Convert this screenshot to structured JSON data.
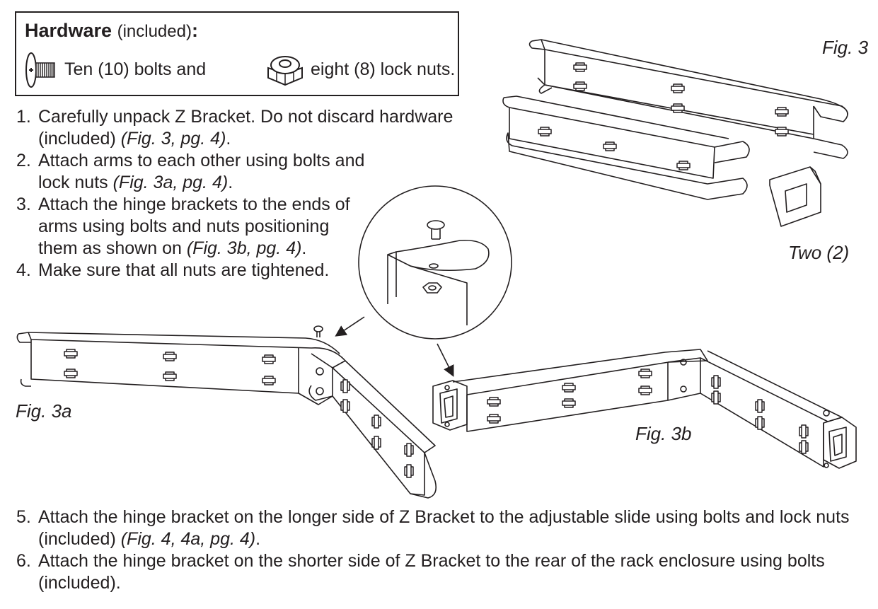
{
  "hardware": {
    "title": "Hardware",
    "title_note": "(included)",
    "title_colon": ":",
    "bolts_text": "Ten (10) bolts and",
    "nuts_text": "eight (8) lock nuts.",
    "bolt_icon": "bolt-icon",
    "nut_icon": "lock-nut-icon"
  },
  "steps_top": [
    {
      "num": "1.",
      "lines": [
        "Carefully unpack Z Bracket. Do not discard hardware",
        "(included) "
      ],
      "ref": "(Fig. 3, pg. 4)",
      "tail": "."
    },
    {
      "num": "2.",
      "lines": [
        "Attach arms to each other using bolts and",
        "lock nuts "
      ],
      "ref": "(Fig. 3a, pg. 4)",
      "tail": "."
    },
    {
      "num": "3.",
      "lines": [
        "Attach the hinge brackets to the ends of",
        "arms using bolts and nuts positioning",
        "them as shown on "
      ],
      "ref": "(Fig. 3b, pg. 4)",
      "tail": "."
    },
    {
      "num": "4.",
      "lines": [
        "Make sure that all nuts are tightened."
      ],
      "ref": "",
      "tail": ""
    }
  ],
  "steps_bottom": [
    {
      "num": "5.",
      "lines": [
        "Attach the hinge bracket on the longer side of Z Bracket to the adjustable slide using bolts and lock nuts",
        "(included) "
      ],
      "ref": "(Fig. 4, 4a, pg. 4)",
      "tail": "."
    },
    {
      "num": "6.",
      "lines": [
        "Attach the hinge bracket on the shorter side of Z Bracket to the rear of the rack enclosure using bolts",
        "(included)."
      ],
      "ref": "",
      "tail": ""
    }
  ],
  "figures": {
    "fig3": "Fig. 3",
    "fig3_two": "Two (2)",
    "fig3a": "Fig. 3a",
    "fig3b": "Fig. 3b"
  }
}
